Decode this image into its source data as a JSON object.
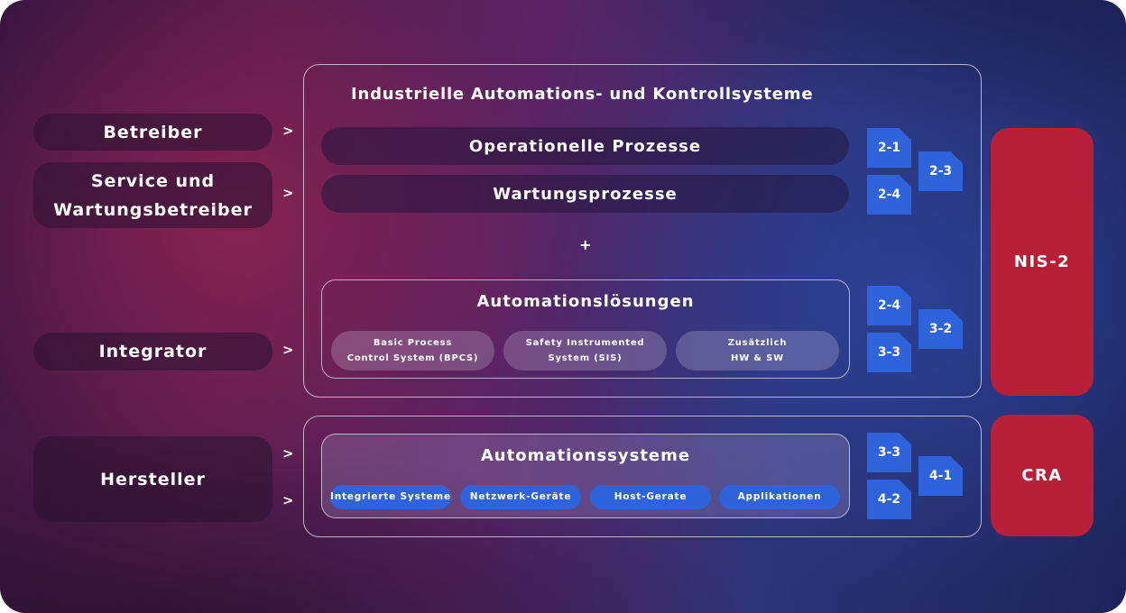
{
  "actors": {
    "betreiber": "Betreiber",
    "service_line1": "Service und",
    "service_line2": "Wartungsbetreiber",
    "integrator": "Integrator",
    "hersteller": "Hersteller"
  },
  "arrow_glyph": ">",
  "iacs": {
    "title": "Industrielle Automations- und Kontrollsysteme",
    "processes": [
      "Operationelle Prozesse",
      "Wartungsprozesse"
    ],
    "plus": "+",
    "automation_solutions": {
      "title": "Automationslösungen",
      "items": [
        {
          "line1": "Basic Process",
          "line2": "Control System (BPCS)"
        },
        {
          "line1": "Safety Instrumented",
          "line2": "System (SIS)"
        },
        {
          "line1": "Zusätzlich",
          "line2": "HW & SW"
        }
      ]
    }
  },
  "automation_systems": {
    "title": "Automationssysteme",
    "items": [
      "Integrierte Systeme",
      "Netzwerk-Geräte",
      "Host-Gerate",
      "Applikationen"
    ]
  },
  "standards": {
    "processes": [
      "2-1",
      "2-4",
      "2-3"
    ],
    "solutions": [
      "2-4",
      "3-3",
      "3-2"
    ],
    "systems": [
      "3-3",
      "4-2",
      "4-1"
    ]
  },
  "regulations": {
    "nis2": "NIS-2",
    "cra": "CRA"
  },
  "colors": {
    "doc_badge": "#2f63db",
    "regulation": "#b81f38",
    "component_chip": "#2f63db"
  }
}
